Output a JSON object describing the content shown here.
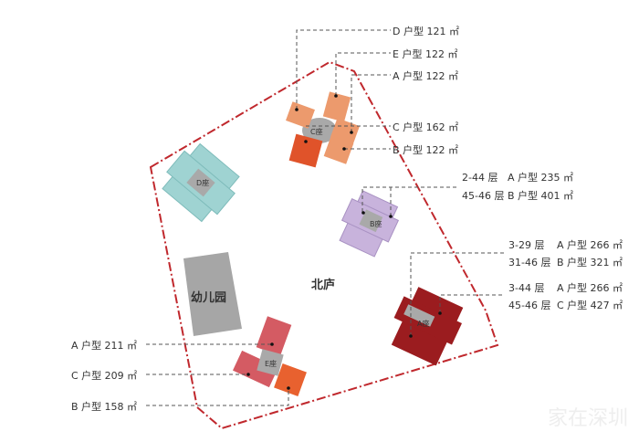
{
  "site_name": "北庐",
  "kindergarten": "幼儿园",
  "buildings": {
    "A": "A座",
    "B": "B座",
    "C": "C座",
    "D": "D座",
    "E": "E座"
  },
  "c_labels": [
    "D 户型 121 ㎡",
    "E 户型 122 ㎡",
    "A 户型 122 ㎡",
    "C 户型 162 ㎡",
    "B 户型 122 ㎡"
  ],
  "b_labels": {
    "floors": [
      "2-44 层",
      "45-46 层"
    ],
    "types": [
      "A 户型 235 ㎡",
      "B 户型 401 ㎡"
    ]
  },
  "a_labels": {
    "floors": [
      "3-29 层",
      "31-46 层",
      "3-44 层",
      "45-46 层"
    ],
    "types": [
      "A 户型 266 ㎡",
      "B 户型 321 ㎡",
      "A 户型 266 ㎡",
      "C 户型 427 ㎡"
    ]
  },
  "e_labels": [
    "A 户型 211 ㎡",
    "C 户型 209 ㎡",
    "B 户型 158 ㎡"
  ],
  "watermark": "家在深圳",
  "colors": {
    "boundary": "#c0282d",
    "c_unit": "#ec9a6d",
    "c_dark": "#e0532a",
    "d_bld": "#9fd3d2",
    "b_bld": "#c8b3dc",
    "a_bld": "#9b1c1f",
    "e_bld": "#d45b63",
    "e_orange": "#e8612f",
    "core": "#a9a9a9"
  }
}
